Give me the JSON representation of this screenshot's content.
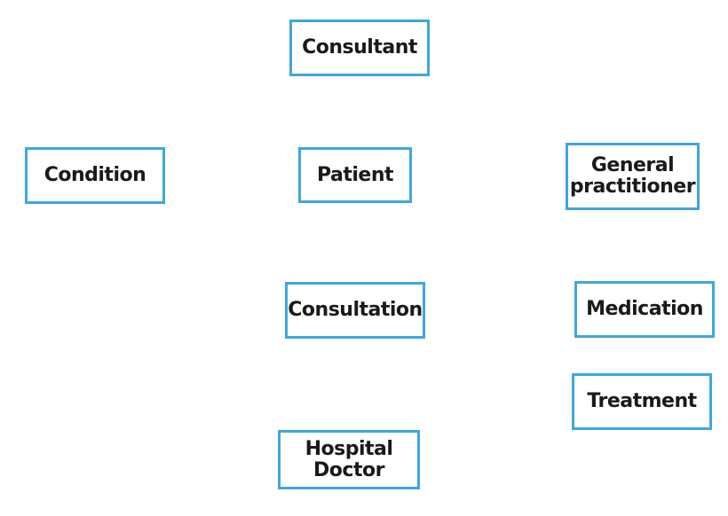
{
  "diagram": {
    "entities": {
      "consultant": "Consultant",
      "condition": "Condition",
      "patient": "Patient",
      "general_practitioner": "General\npractitioner",
      "consultation": "Consultation",
      "medication": "Medication",
      "treatment": "Treatment",
      "hospital_doctor": "Hospital\nDoctor"
    },
    "colors": {
      "box_border": "#3fa7df",
      "text": "#1a1a1a",
      "background": "#ffffff"
    }
  }
}
